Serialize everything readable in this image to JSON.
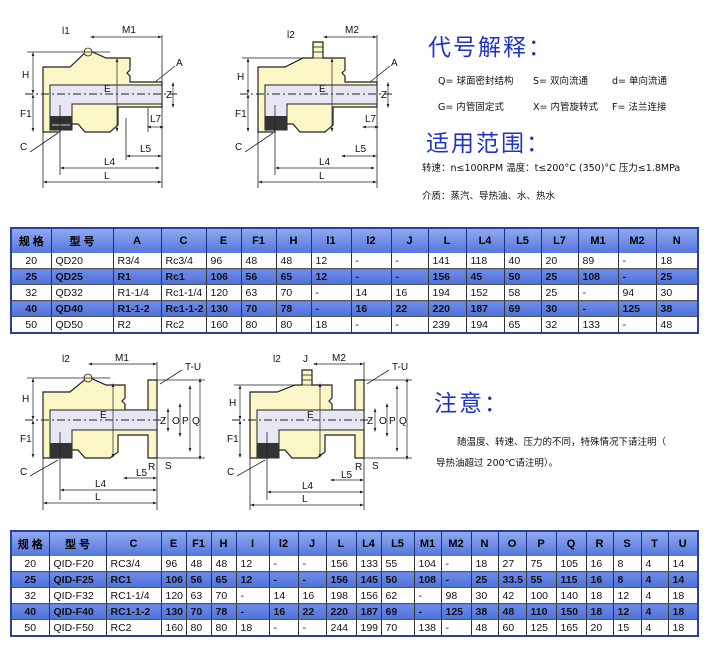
{
  "legend": {
    "title": "代号解释：",
    "items": [
      "Q= 球面密封结构",
      "S= 双向流通",
      "d= 单向流通",
      "G= 内管固定式",
      "X= 内管旋转式",
      "F= 法兰连接"
    ]
  },
  "scope": {
    "title": "适用范围：",
    "conditions": "转速：n≤100RPM  温度：t≤200°C (350)°C  压力≤1.8MPa",
    "media": "介质：蒸汽、导热油、水、热水"
  },
  "note": {
    "title": "注意：",
    "line1": "随温度、转速、压力的不同，特殊情况下请注明（",
    "line2": "导热油超过 200℃请注明）。"
  },
  "drawings": {
    "d1": {
      "l": "l1",
      "m": "M1",
      "a": "A",
      "h": "H",
      "f": "F1",
      "e": "E",
      "z": "Z",
      "l7": "L7",
      "c": "C",
      "l5": "L5",
      "l4": "L4",
      "len": "L"
    },
    "d2": {
      "l": "l2",
      "m": "M2",
      "a": "A",
      "h": "H",
      "f": "F1",
      "e": "E",
      "z": "Z",
      "l7": "L7",
      "c": "C",
      "l5": "L5",
      "l4": "L4",
      "len": "L"
    },
    "d3": {
      "l": "l2",
      "m": "M1",
      "tu": "T-U",
      "h": "H",
      "f": "F1",
      "e": "E",
      "z": "Z",
      "o": "O",
      "p": "P",
      "q": "Q",
      "r": "R",
      "s": "S",
      "c": "C",
      "l5": "L5",
      "l4": "L4",
      "len": "L"
    },
    "d4": {
      "l": "l2",
      "j": "J",
      "m": "M2",
      "tu": "T-U",
      "h": "H",
      "f": "F1",
      "e": "E",
      "z": "Z",
      "o": "O",
      "p": "P",
      "q": "Q",
      "r": "R",
      "s": "S",
      "c": "C",
      "l5": "L5",
      "l4": "L4",
      "len": "L"
    }
  },
  "table1": {
    "headers": [
      "规 格",
      "型  号",
      "A",
      "C",
      "E",
      "F1",
      "H",
      "l1",
      "l2",
      "J",
      "L",
      "L4",
      "L5",
      "L7",
      "M1",
      "M2",
      "N"
    ],
    "rows": [
      [
        "20",
        "QD20",
        "R3/4",
        "Rc3/4",
        "96",
        "48",
        "48",
        "12",
        "-",
        "-",
        "141",
        "118",
        "40",
        "20",
        "89",
        "-",
        "18"
      ],
      [
        "25",
        "QD25",
        "R1",
        "Rc1",
        "106",
        "56",
        "65",
        "12",
        "-",
        "-",
        "156",
        "45",
        "50",
        "25",
        "108",
        "-",
        "25"
      ],
      [
        "32",
        "QD32",
        "R1-1/4",
        "Rc1-1/4",
        "120",
        "63",
        "70",
        "-",
        "14",
        "16",
        "194",
        "152",
        "58",
        "25",
        "-",
        "94",
        "30"
      ],
      [
        "40",
        "QD40",
        "R1-1-2",
        "Rc1-1-2",
        "130",
        "70",
        "78",
        "-",
        "16",
        "22",
        "220",
        "187",
        "69",
        "30",
        "-",
        "125",
        "38"
      ],
      [
        "50",
        "QD50",
        "R2",
        "Rc2",
        "160",
        "80",
        "80",
        "18",
        "-",
        "-",
        "239",
        "194",
        "65",
        "32",
        "133",
        "-",
        "48"
      ]
    ]
  },
  "table2": {
    "headers": [
      "规 格",
      "型  号",
      "C",
      "E",
      "F1",
      "H",
      "I",
      "l2",
      "J",
      "L",
      "L4",
      "L5",
      "M1",
      "M2",
      "N",
      "O",
      "P",
      "Q",
      "R",
      "S",
      "T",
      "U"
    ],
    "rows": [
      [
        "20",
        "QID-F20",
        "RC3/4",
        "96",
        "48",
        "48",
        "12",
        "-",
        "-",
        "156",
        "133",
        "55",
        "104",
        "-",
        "18",
        "27",
        "75",
        "105",
        "16",
        "8",
        "4",
        "14"
      ],
      [
        "25",
        "QID-F25",
        "RC1",
        "106",
        "56",
        "65",
        "12",
        "-",
        "-",
        "156",
        "145",
        "50",
        "108",
        "-",
        "25",
        "33.5",
        "55",
        "115",
        "16",
        "8",
        "4",
        "14"
      ],
      [
        "32",
        "QID-F32",
        "RC1-1/4",
        "120",
        "63",
        "70",
        "-",
        "14",
        "16",
        "198",
        "156",
        "62",
        "-",
        "98",
        "30",
        "42",
        "100",
        "140",
        "18",
        "12",
        "4",
        "18"
      ],
      [
        "40",
        "QID-F40",
        "RC1-1-2",
        "130",
        "70",
        "78",
        "-",
        "16",
        "22",
        "220",
        "187",
        "69",
        "-",
        "125",
        "38",
        "48",
        "110",
        "150",
        "18",
        "12",
        "4",
        "18"
      ],
      [
        "50",
        "QID-F50",
        "RC2",
        "160",
        "80",
        "80",
        "18",
        "-",
        "-",
        "244",
        "199",
        "70",
        "138",
        "-",
        "48",
        "60",
        "125",
        "165",
        "20",
        "15",
        "4",
        "18"
      ]
    ]
  }
}
